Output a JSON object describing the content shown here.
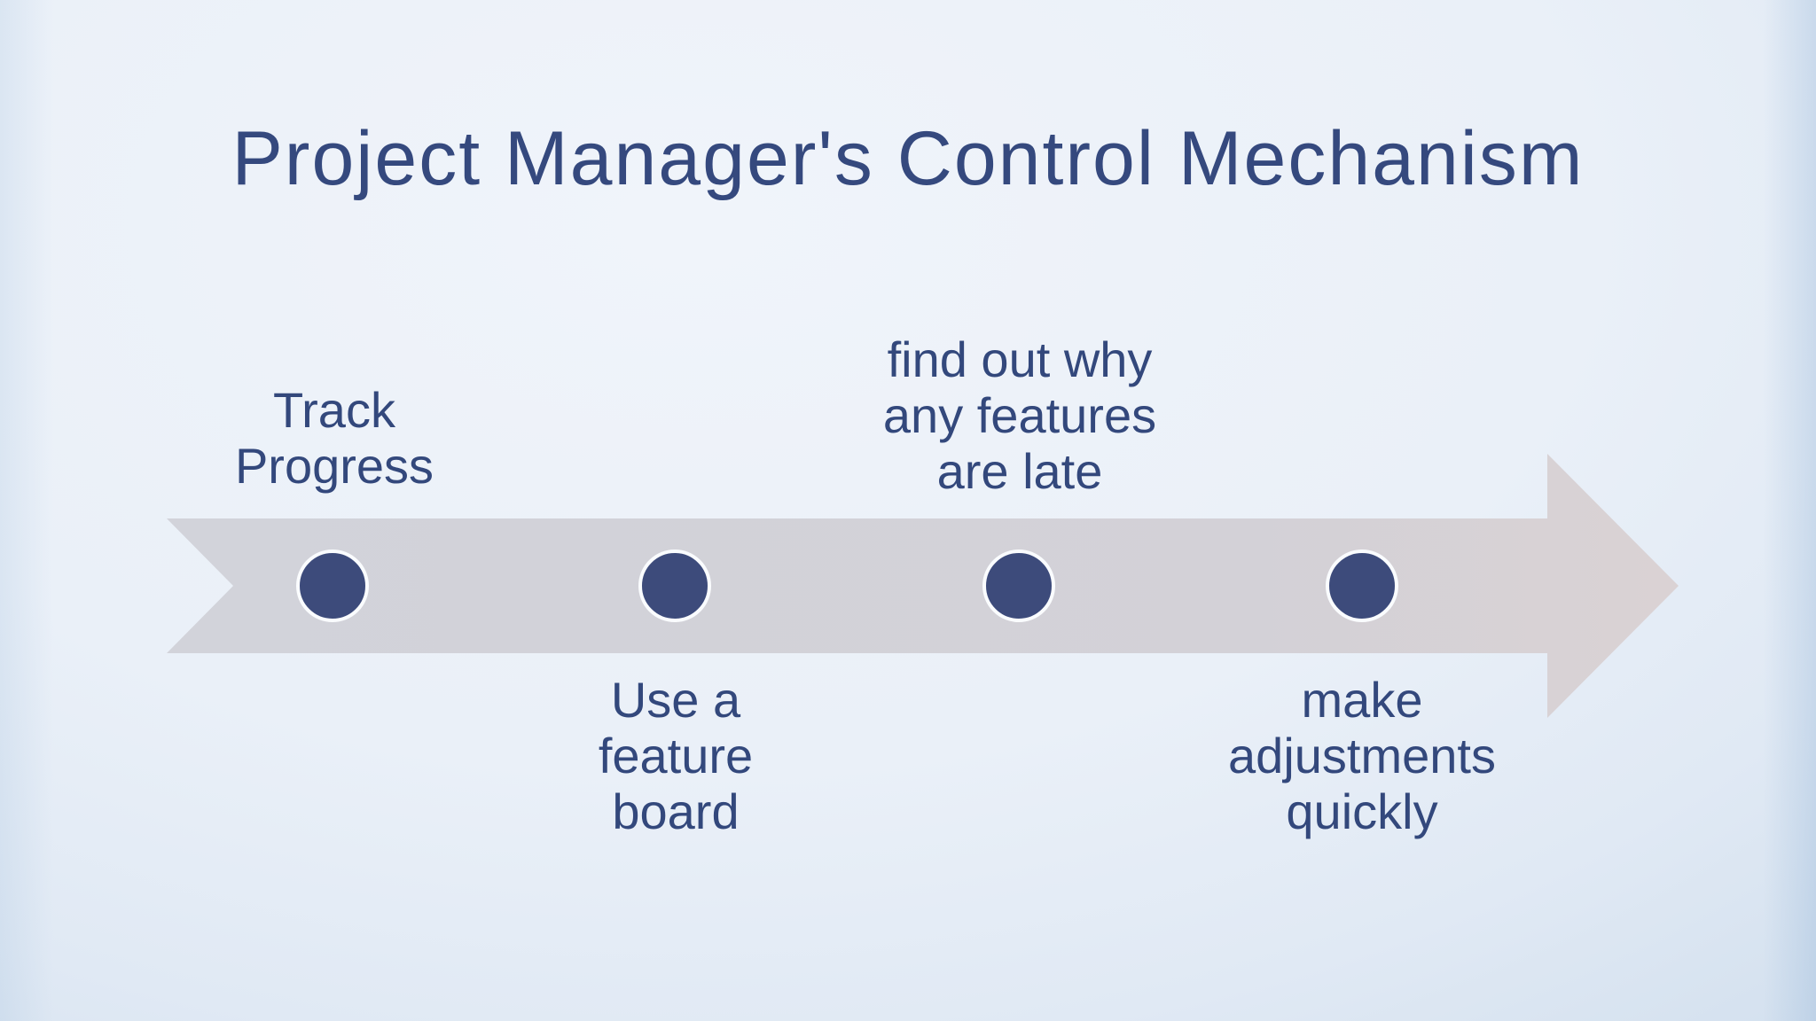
{
  "slide": {
    "title": "Project Manager's Control Mechanism",
    "timeline": {
      "shape": "ribbon-arrow-right",
      "step_count": 4,
      "steps": [
        {
          "label": "Track\nProgress",
          "position": "above"
        },
        {
          "label": "Use a\nfeature\nboard",
          "position": "below"
        },
        {
          "label": "find out why\nany features\nare late",
          "position": "above"
        },
        {
          "label": "make\nadjustments\nquickly",
          "position": "below"
        }
      ]
    },
    "colors": {
      "title_text": "#35497E",
      "label_text": "#33487C",
      "dot_fill": "#3D4B7B",
      "dot_ring": "#FAFCFE",
      "arrow_fill_start": "#D2D3DA",
      "arrow_fill_end": "#DAD2D4",
      "background_center": "#EAF0F8",
      "background_edge": "#BED1E6"
    }
  }
}
